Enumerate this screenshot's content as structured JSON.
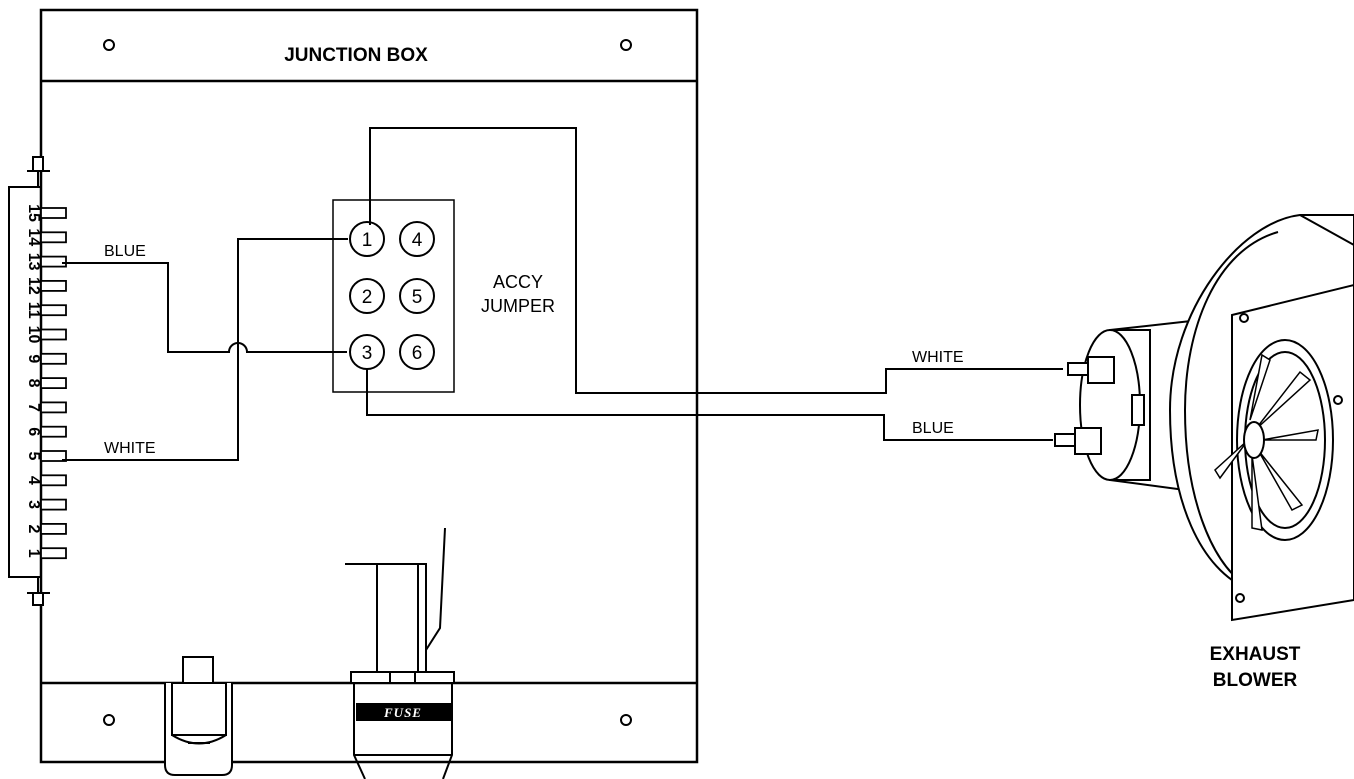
{
  "junction_box": {
    "title": "JUNCTION BOX"
  },
  "terminal_strip": {
    "numbers": [
      "15",
      "14",
      "13",
      "12",
      "11",
      "10",
      "9",
      "8",
      "7",
      "6",
      "5",
      "4",
      "3",
      "2",
      "1"
    ]
  },
  "wires_left": {
    "blue": "BLUE",
    "white": "WHITE"
  },
  "accy_jumper": {
    "label_line1": "ACCY",
    "label_line2": "JUMPER",
    "pins": [
      "1",
      "2",
      "3",
      "4",
      "5",
      "6"
    ]
  },
  "wires_right": {
    "white": "WHITE",
    "blue": "BLUE"
  },
  "fuse": {
    "label": "FUSE"
  },
  "exhaust_blower": {
    "line1": "EXHAUST",
    "line2": "BLOWER"
  }
}
